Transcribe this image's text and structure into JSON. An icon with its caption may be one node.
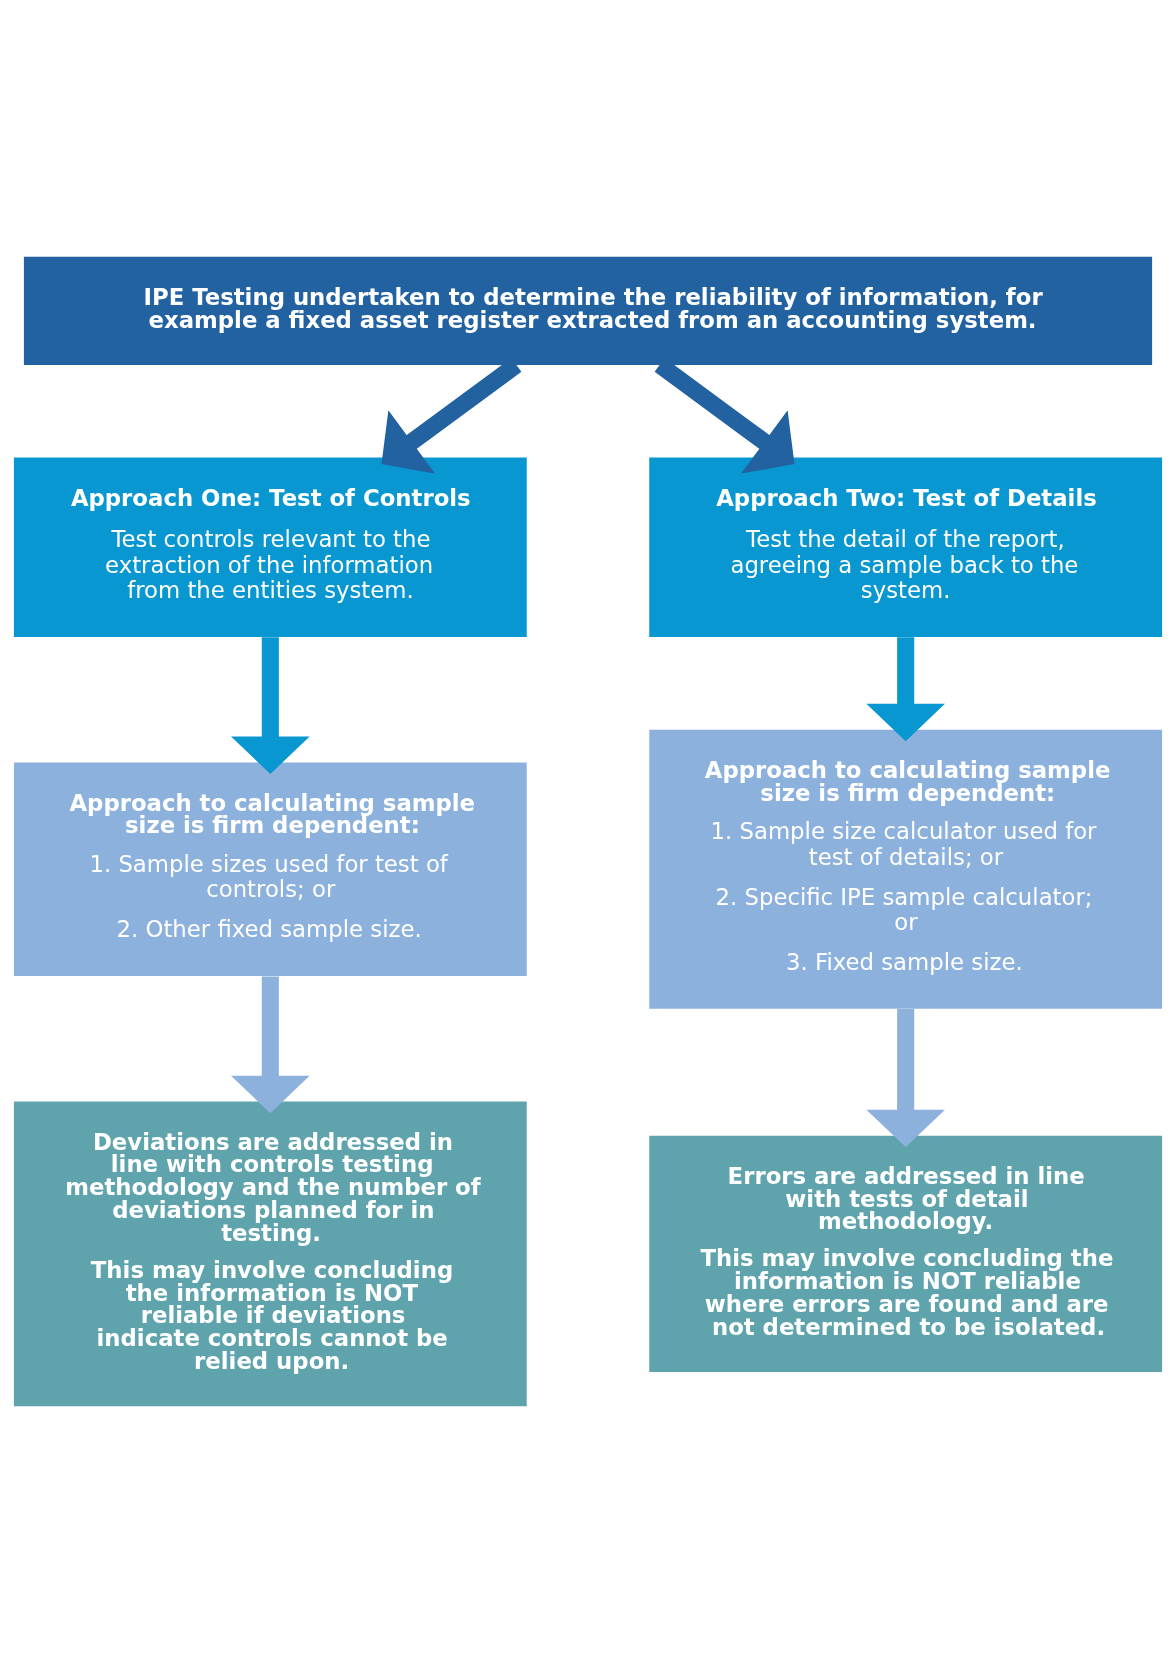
{
  "diagram": {
    "nodes": [
      {
        "text": [
          "IPE Testing undertaken to determine the reliability of information, for example a fixed asset register extracted from an accounting system."
        ]
      },
      {
        "text": [
          "Approach One: Test of Controls",
          "Test controls relevant to the extraction of the information from the entities system."
        ]
      },
      {
        "text": [
          "Approach Two: Test of Details",
          "Test the detail of the report, agreeing a sample back to the system."
        ]
      },
      {
        "text": [
          "Approach to calculating sample size is firm dependent:",
          "1. Sample sizes used for test of controls; or",
          "2. Other fixed sample size."
        ]
      },
      {
        "text": [
          "Approach to calculating sample size is firm dependent:",
          "1. Sample size calculator used for test of details; or",
          "2. Specific IPE sample calculator; or",
          "3. Fixed sample size."
        ]
      },
      {
        "text": [
          "Deviations are addressed in line with controls testing methodology and the number of deviations planned for in testing.",
          "This may involve concluding the information is NOT reliable if deviations indicate controls cannot be relied upon."
        ]
      },
      {
        "text": [
          "Errors are addressed in line with tests of detail methodology.",
          "This may involve concluding the information is NOT reliable where errors are found and are not determined to be isolated."
        ]
      }
    ],
    "edges": [
      {
        "from": 0,
        "to": 1,
        "arrow": "to",
        "color": "#2262a0"
      },
      {
        "from": 0,
        "to": 2,
        "arrow": "to",
        "color": "#2262a0"
      },
      {
        "from": 1,
        "to": 3,
        "arrow": "to",
        "color": "#0897d0"
      },
      {
        "from": 2,
        "to": 4,
        "arrow": "to",
        "color": "#0897d0"
      },
      {
        "from": 3,
        "to": 5,
        "arrow": "to",
        "color": "#8db1dd"
      },
      {
        "from": 4,
        "to": 6,
        "arrow": "to",
        "color": "#8db1dd"
      }
    ]
  }
}
